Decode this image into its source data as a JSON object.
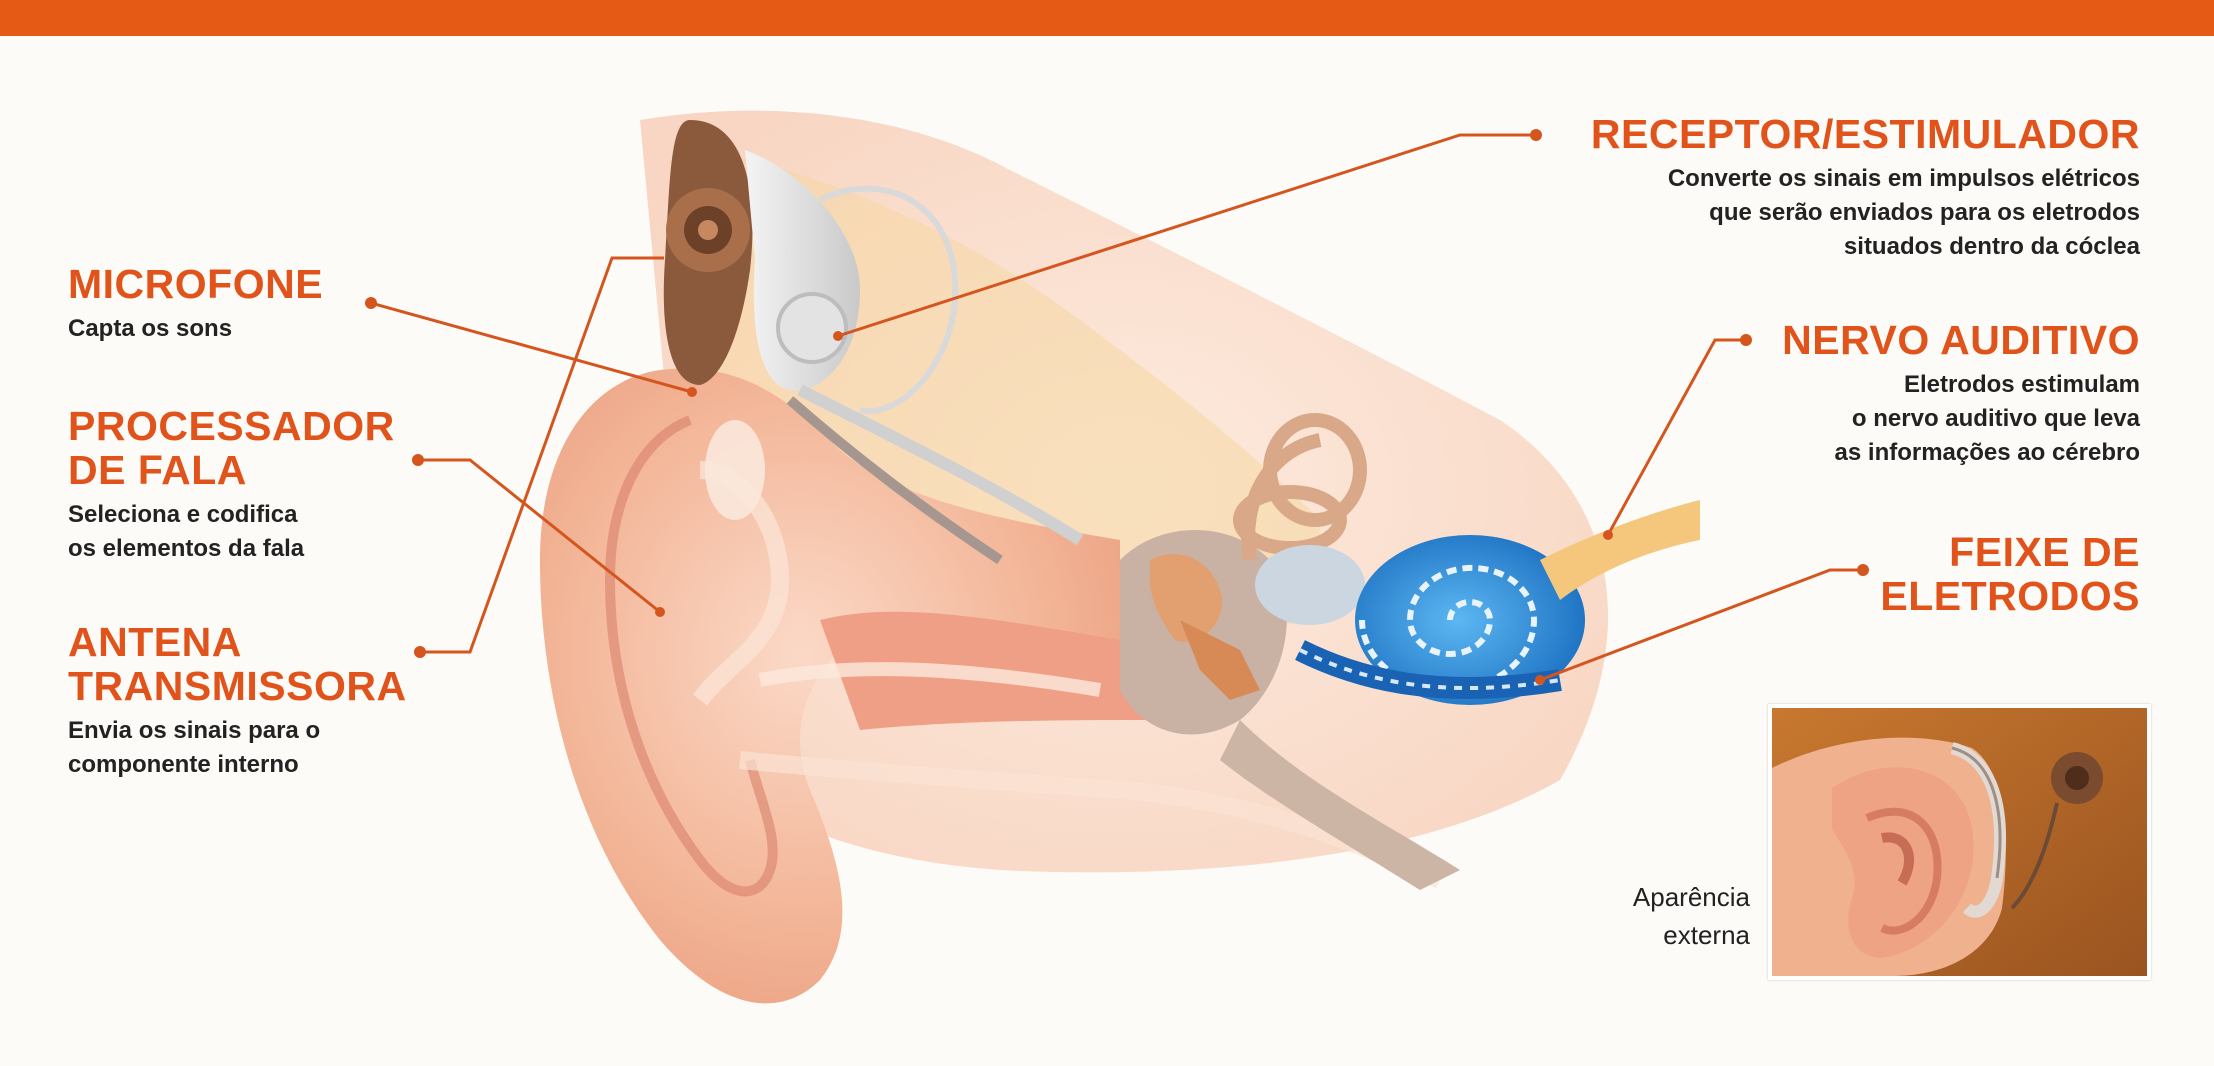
{
  "header": {
    "color": "#e55a14"
  },
  "labels": {
    "microfone": {
      "title": "MICROFONE",
      "desc_lines": [
        "Capta os sons"
      ]
    },
    "processador": {
      "title_lines": [
        "PROCESSADOR",
        "DE FALA"
      ],
      "desc_lines": [
        "Seleciona e codifica",
        "os elementos da fala"
      ]
    },
    "antena": {
      "title_lines": [
        "ANTENA",
        "TRANSMISSORA"
      ],
      "desc_lines": [
        "Envia os sinais para o",
        "componente interno"
      ]
    },
    "receptor": {
      "title": "RECEPTOR/ESTIMULADOR",
      "desc_lines": [
        "Converte os sinais em impulsos elétricos",
        "que serão enviados para os eletrodos",
        "situados dentro da cóclea"
      ]
    },
    "nervo": {
      "title": "NERVO AUDITIVO",
      "desc_lines": [
        "Eletrodos estimulam",
        "o nervo auditivo que leva",
        "as informações ao cérebro"
      ]
    },
    "feixe": {
      "title_lines": [
        "FEIXE DE",
        "ELETRODOS"
      ]
    }
  },
  "inset": {
    "caption_lines": [
      "Aparência",
      "externa"
    ]
  },
  "colors": {
    "accent": "#e0531b",
    "leader": "#d4561e",
    "skin": "#f2b49a",
    "cochlea": "#2f8fd8",
    "bone": "#e6d2c0"
  }
}
